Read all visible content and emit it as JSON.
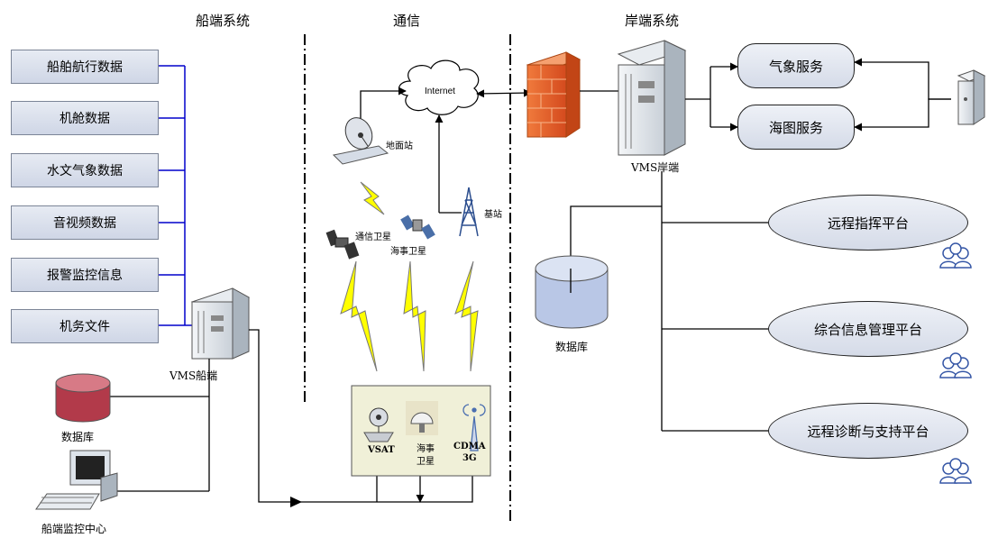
{
  "sections": {
    "ship": "船端系统",
    "comm": "通信",
    "shore": "岸端系统"
  },
  "ship_data_items": [
    "船舶航行数据",
    "机舱数据",
    "水文气象数据",
    "音视频数据",
    "报警监控信息",
    "机务文件"
  ],
  "ship": {
    "vms_label": "VMS船端",
    "db_label": "数据库",
    "monitor_label": "船端监控中心"
  },
  "comm": {
    "internet": "Internet",
    "ground_station": "地面站",
    "comm_satellite": "通信卫星",
    "maritime_satellite": "海事卫星",
    "base_station": "基站",
    "terminal": {
      "vsat": "VSAT",
      "maritime_line1": "海事",
      "maritime_line2": "卫星",
      "cdma_line1": "CDMA",
      "cdma_line2": "3G"
    }
  },
  "shore": {
    "vms_label": "VMS岸端",
    "db_label": "数据库",
    "services": [
      "气象服务",
      "海图服务"
    ],
    "platforms": [
      "远程指挥平台",
      "综合信息管理平台",
      "远程诊断与支持平台"
    ]
  },
  "colors": {
    "box_line": "#0000cc",
    "lightning": "#ffff00",
    "firewall": "#e8622c",
    "db_red": "#b23a4a",
    "db_blue": "#b9c7e6",
    "terminal_bg": "#f0f0d8"
  }
}
